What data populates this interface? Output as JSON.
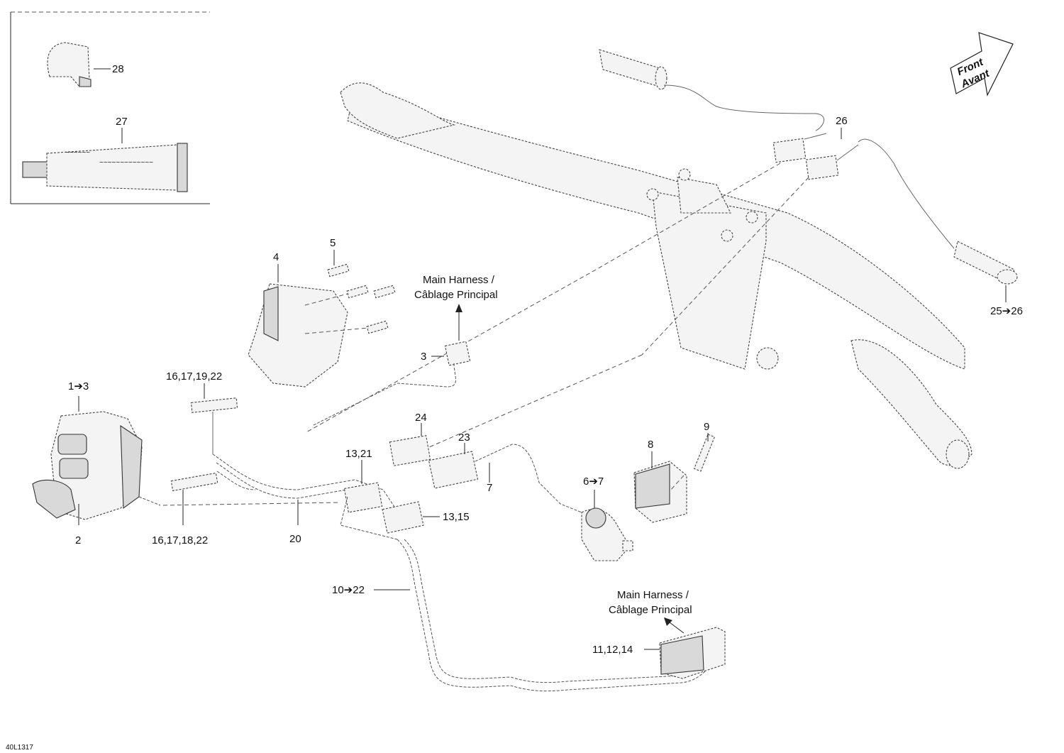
{
  "drawing_id": "40L1317",
  "orientation": {
    "line1": "Front",
    "line2": "Avant"
  },
  "callouts": {
    "c28": "28",
    "c27": "27",
    "c26": "26",
    "c25_26": "25➔26",
    "c5": "5",
    "c4": "4",
    "c3": "3",
    "c1_3": "1➔3",
    "c2": "2",
    "c16_17_19_22": "16,17,19,22",
    "c16_17_18_22": "16,17,18,22",
    "c20": "20",
    "c24": "24",
    "c23": "23",
    "c7": "7",
    "c13_21": "13,21",
    "c13_15": "13,15",
    "c6_7": "6➔7",
    "c8": "8",
    "c9": "9",
    "c10_22": "10➔22",
    "c11_12_14": "11,12,14"
  },
  "harness_label_top": {
    "line1": "Main Harness /",
    "line2": "Câblage Principal"
  },
  "harness_label_bottom": {
    "line1": "Main Harness /",
    "line2": "Câblage Principal"
  }
}
